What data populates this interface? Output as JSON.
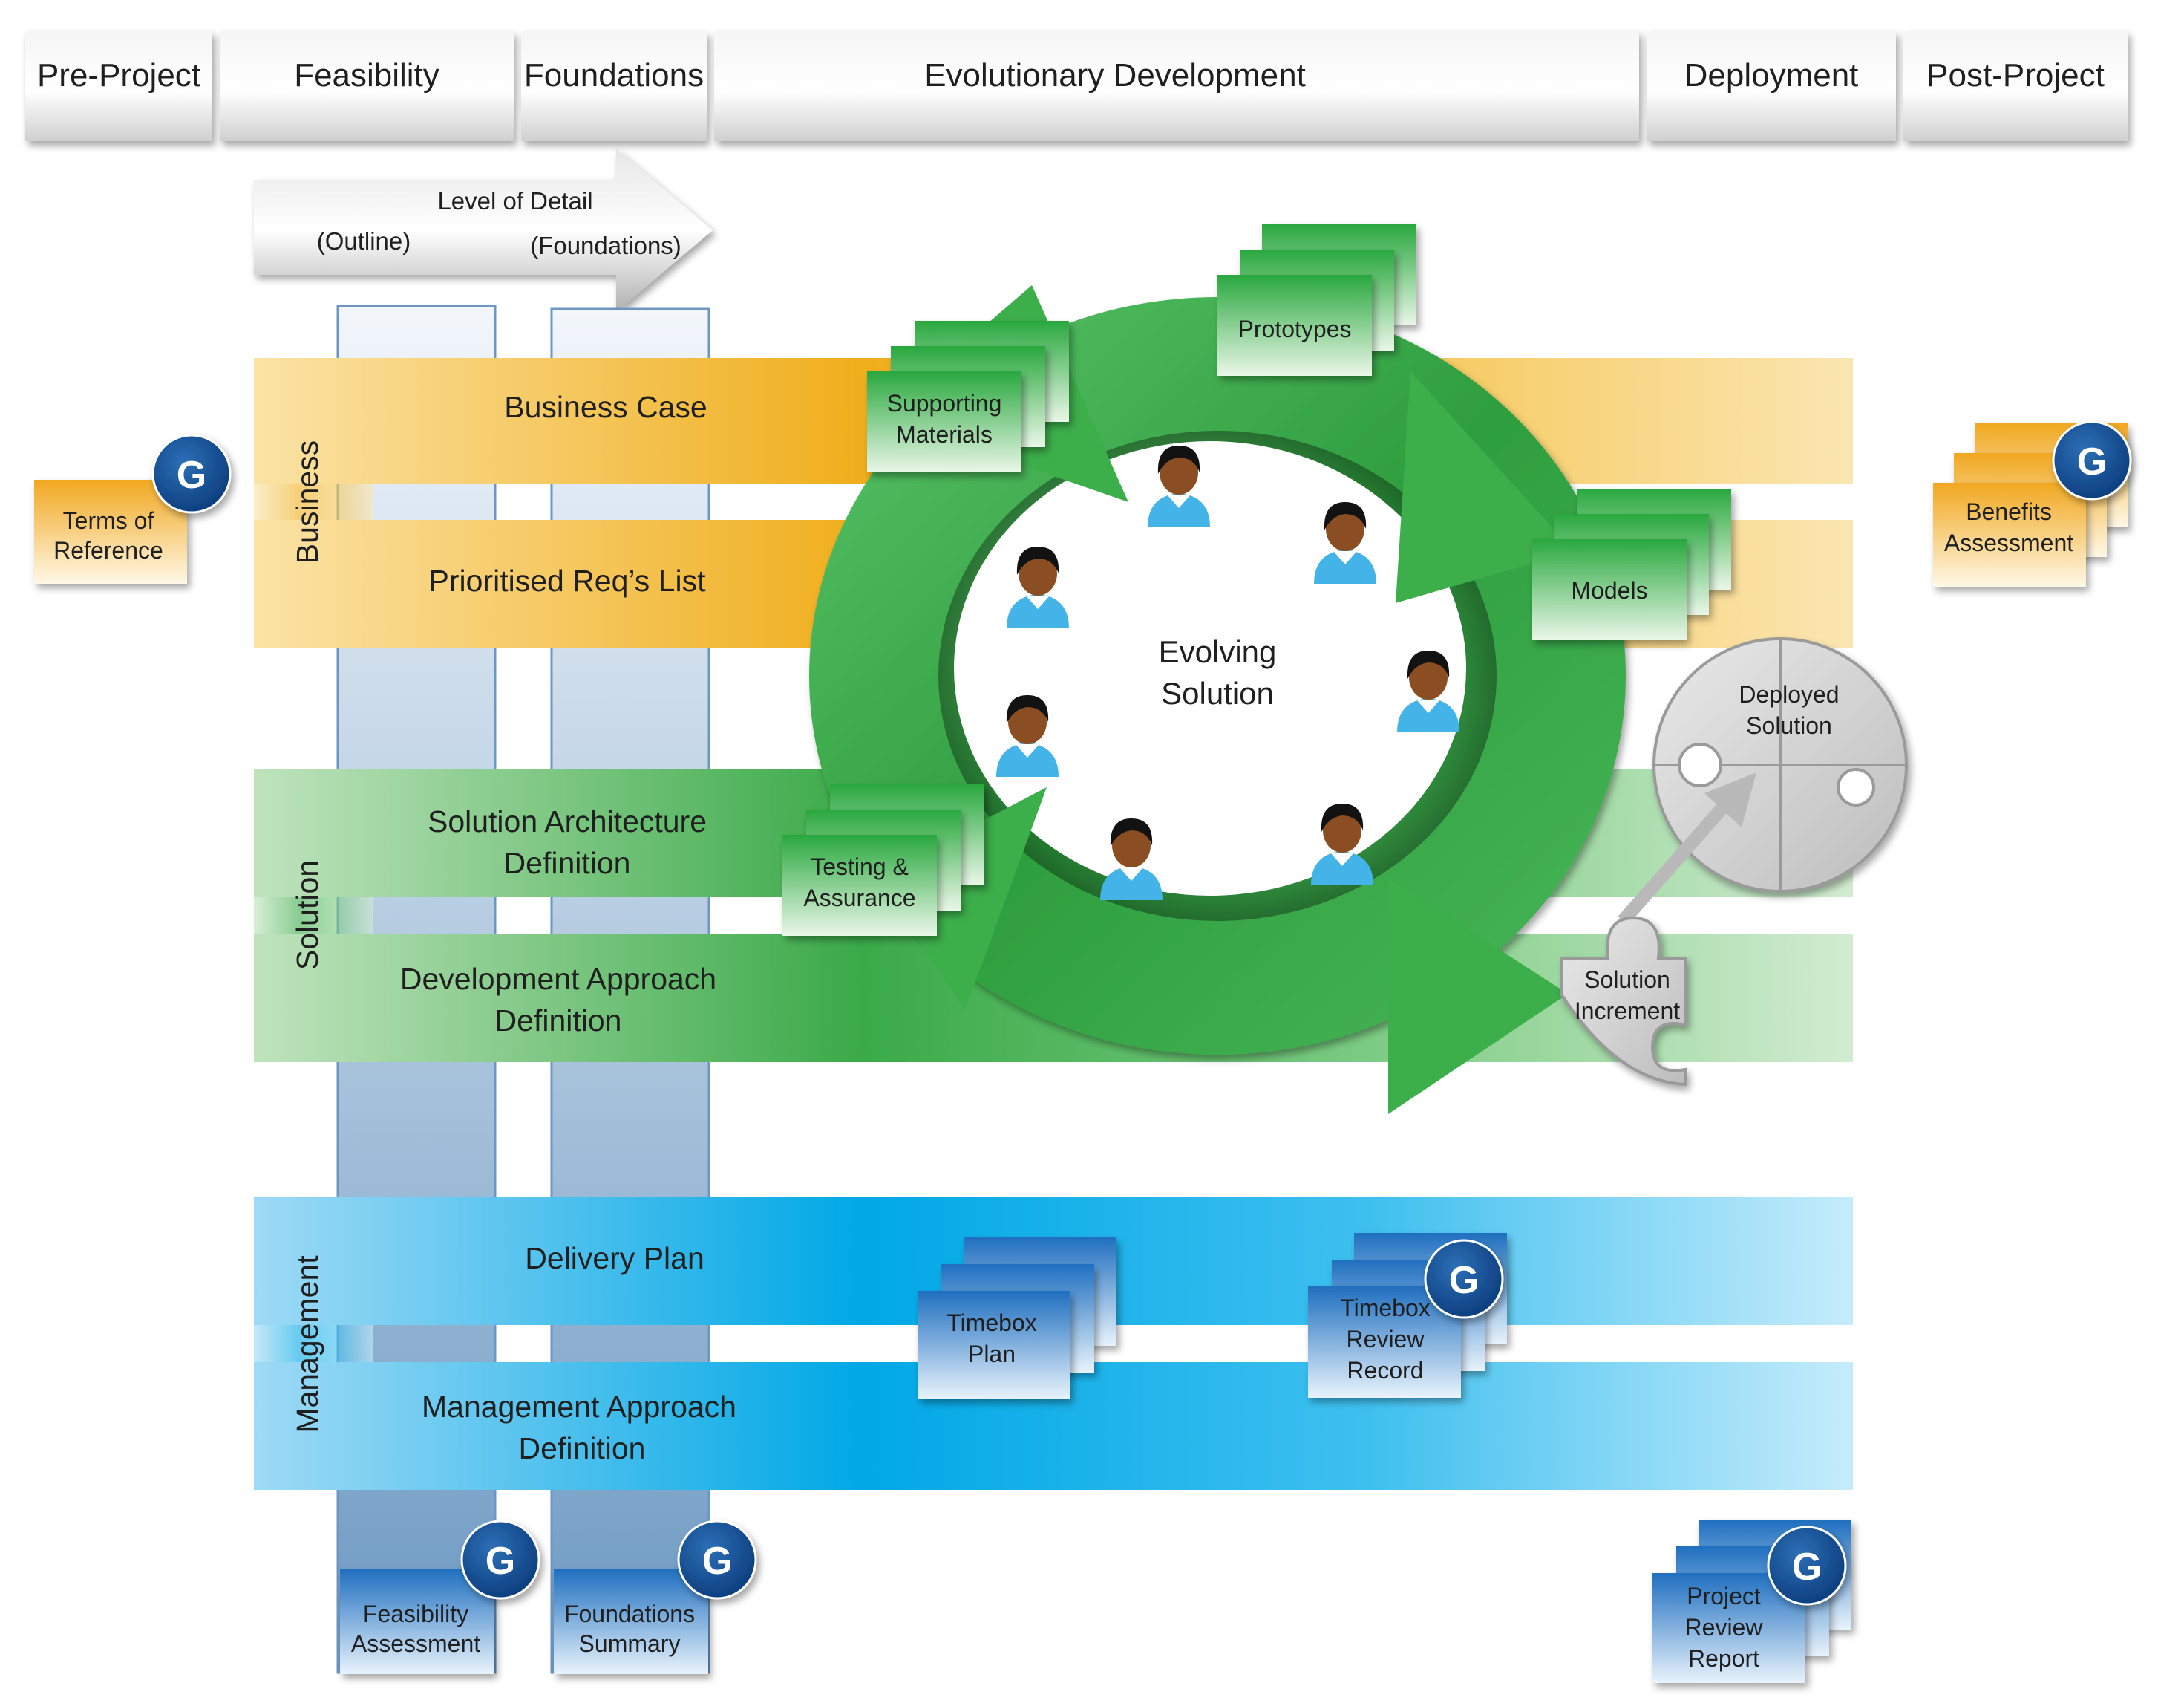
{
  "phases": [
    "Pre-Project",
    "Feasibility",
    "Foundations",
    "Evolutionary Development",
    "Deployment",
    "Post-Project"
  ],
  "level_of_detail": {
    "title": "Level of Detail",
    "left": "(Outline)",
    "right": "(Foundations)"
  },
  "lanes": {
    "business": "Business",
    "solution": "Solution",
    "management": "Management"
  },
  "bands": {
    "business_case": "Business Case",
    "prioritised_list": "Prioritised Req’s List",
    "sol_arch_1": "Solution Architecture",
    "sol_arch_2": "Definition",
    "dev_approach_1": "Development Approach",
    "dev_approach_2": "Definition",
    "delivery_plan": "Delivery Plan",
    "mgmt_approach_1": "Management Approach",
    "mgmt_approach_2": "Definition"
  },
  "cycle": {
    "line1": "Evolving",
    "line2": "Solution"
  },
  "products": {
    "terms_1": "Terms of",
    "terms_2": "Reference",
    "supporting_1": "Supporting",
    "supporting_2": "Materials",
    "prototypes": "Prototypes",
    "models": "Models",
    "testing_1": "Testing &",
    "testing_2": "Assurance",
    "benefits_1": "Benefits",
    "benefits_2": "Assessment",
    "deployed_1": "Deployed",
    "deployed_2": "Solution",
    "increment_1": "Solution",
    "increment_2": "Increment",
    "timebox_plan_1": "Timebox",
    "timebox_plan_2": "Plan",
    "timebox_review_1": "Timebox",
    "timebox_review_2": "Review",
    "timebox_review_3": "Record",
    "feasibility_1": "Feasibility",
    "feasibility_2": "Assessment",
    "foundations_1": "Foundations",
    "foundations_2": "Summary",
    "review_report_1": "Project",
    "review_report_2": "Review",
    "review_report_3": "Report"
  },
  "gate_label": "G"
}
